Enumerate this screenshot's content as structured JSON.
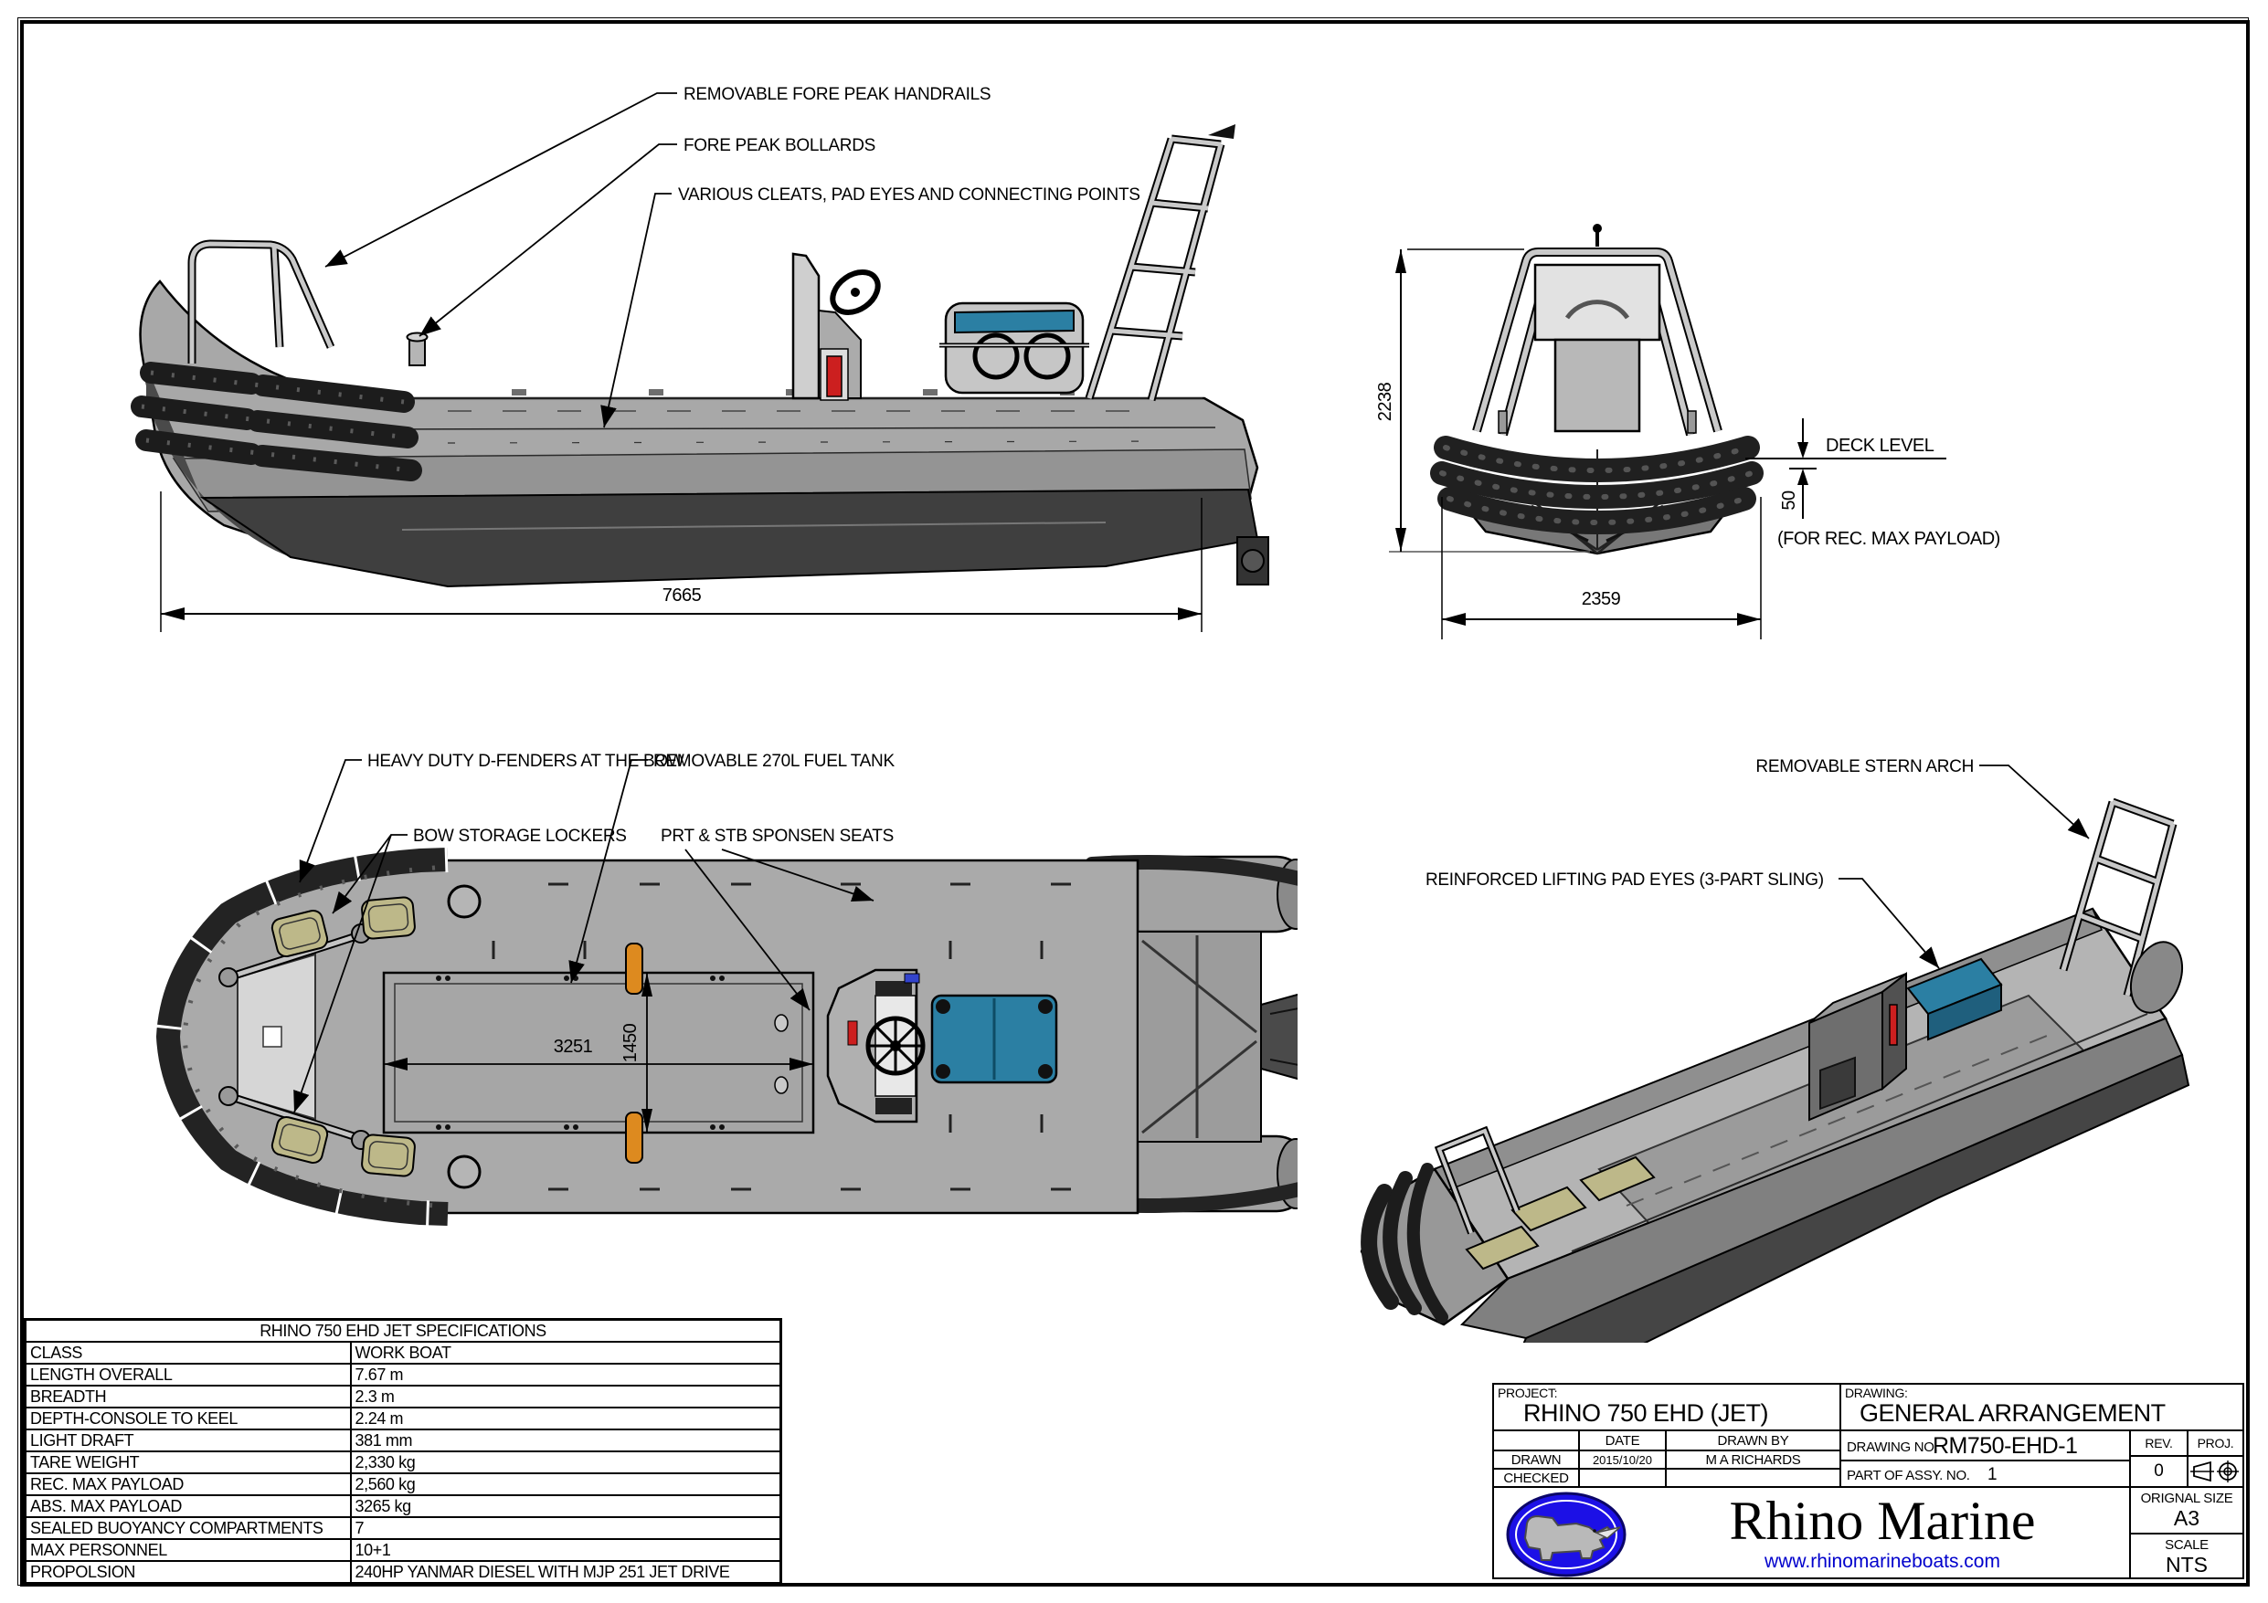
{
  "side_view": {
    "callouts": {
      "handrails": "REMOVABLE FORE PEAK HANDRAILS",
      "bollards": "FORE PEAK BOLLARDS",
      "cleats": "VARIOUS CLEATS, PAD EYES AND CONNECTING POINTS"
    },
    "dim_length": "7665"
  },
  "front_view": {
    "dim_height": "2238",
    "dim_beam": "2359",
    "dim_freeboard": "50",
    "deck_level_label": "DECK LEVEL",
    "payload_note": "(FOR REC. MAX PAYLOAD)"
  },
  "plan_view": {
    "callouts": {
      "fenders": "HEAVY DUTY D-FENDERS AT THE BOW",
      "lockers": "BOW STORAGE LOCKERS",
      "fuel_tank": "REMOVABLE 270L FUEL TANK",
      "sponsen_seats": "PRT & STB SPONSEN SEATS"
    },
    "dim_tank_length": "3251",
    "dim_tank_width": "1450"
  },
  "iso_view": {
    "callouts": {
      "stern_arch": "REMOVABLE STERN ARCH",
      "pad_eyes": "REINFORCED LIFTING PAD EYES (3-PART SLING)"
    }
  },
  "spec_table": {
    "title": "RHINO 750 EHD JET SPECIFICATIONS",
    "rows": [
      {
        "label": "CLASS",
        "value": "WORK BOAT"
      },
      {
        "label": "LENGTH OVERALL",
        "value": "7.67 m"
      },
      {
        "label": "BREADTH",
        "value": "2.3 m"
      },
      {
        "label": "DEPTH-CONSOLE TO KEEL",
        "value": "2.24 m"
      },
      {
        "label": "LIGHT DRAFT",
        "value": "381 mm"
      },
      {
        "label": "TARE WEIGHT",
        "value": "2,330 kg"
      },
      {
        "label": "REC. MAX PAYLOAD",
        "value": "2,560 kg"
      },
      {
        "label": "ABS. MAX PAYLOAD",
        "value": "3265 kg"
      },
      {
        "label": "SEALED BUOYANCY COMPARTMENTS",
        "value": "7"
      },
      {
        "label": "MAX PERSONNEL",
        "value": "10+1"
      },
      {
        "label": "PROPOLSION",
        "value": "240HP YANMAR DIESEL WITH MJP 251 JET DRIVE"
      }
    ]
  },
  "title_block": {
    "project_label": "PROJECT:",
    "project_name": "RHINO 750 EHD (JET)",
    "drawing_label": "DRAWING:",
    "drawing_name": "GENERAL ARRANGEMENT",
    "date_header": "DATE",
    "drawn_by_header": "DRAWN BY",
    "drawn_label": "DRAWN",
    "checked_label": "CHECKED",
    "drawn_date": "2015/10/20",
    "drawn_by": "M A RICHARDS",
    "drawing_no_label": "DRAWING NO.",
    "drawing_no": "RM750-EHD-1",
    "part_of_assy_label": "PART OF ASSY. NO.",
    "part_of_assy_no": "1",
    "rev_label": "REV.",
    "rev_value": "0",
    "proj_label": "PROJ.",
    "original_size_label": "ORIGNAL SIZE",
    "original_size": "A3",
    "scale_label": "SCALE",
    "scale_value": "NTS",
    "company_name": "Rhino Marine",
    "website": "www.rhinomarineboats.com"
  },
  "colors": {
    "hull_gray": "#a6a6a6",
    "hull_dark": "#454545",
    "fender_black": "#1e1e1e",
    "hatch_tan": "#bdb889",
    "seat_blue": "#2b7fa3",
    "extinguisher_red": "#cc1f1f",
    "oar_orange": "#dd8a1f",
    "logo_blue": "#1c10e6",
    "website_blue": "#0000cc"
  }
}
